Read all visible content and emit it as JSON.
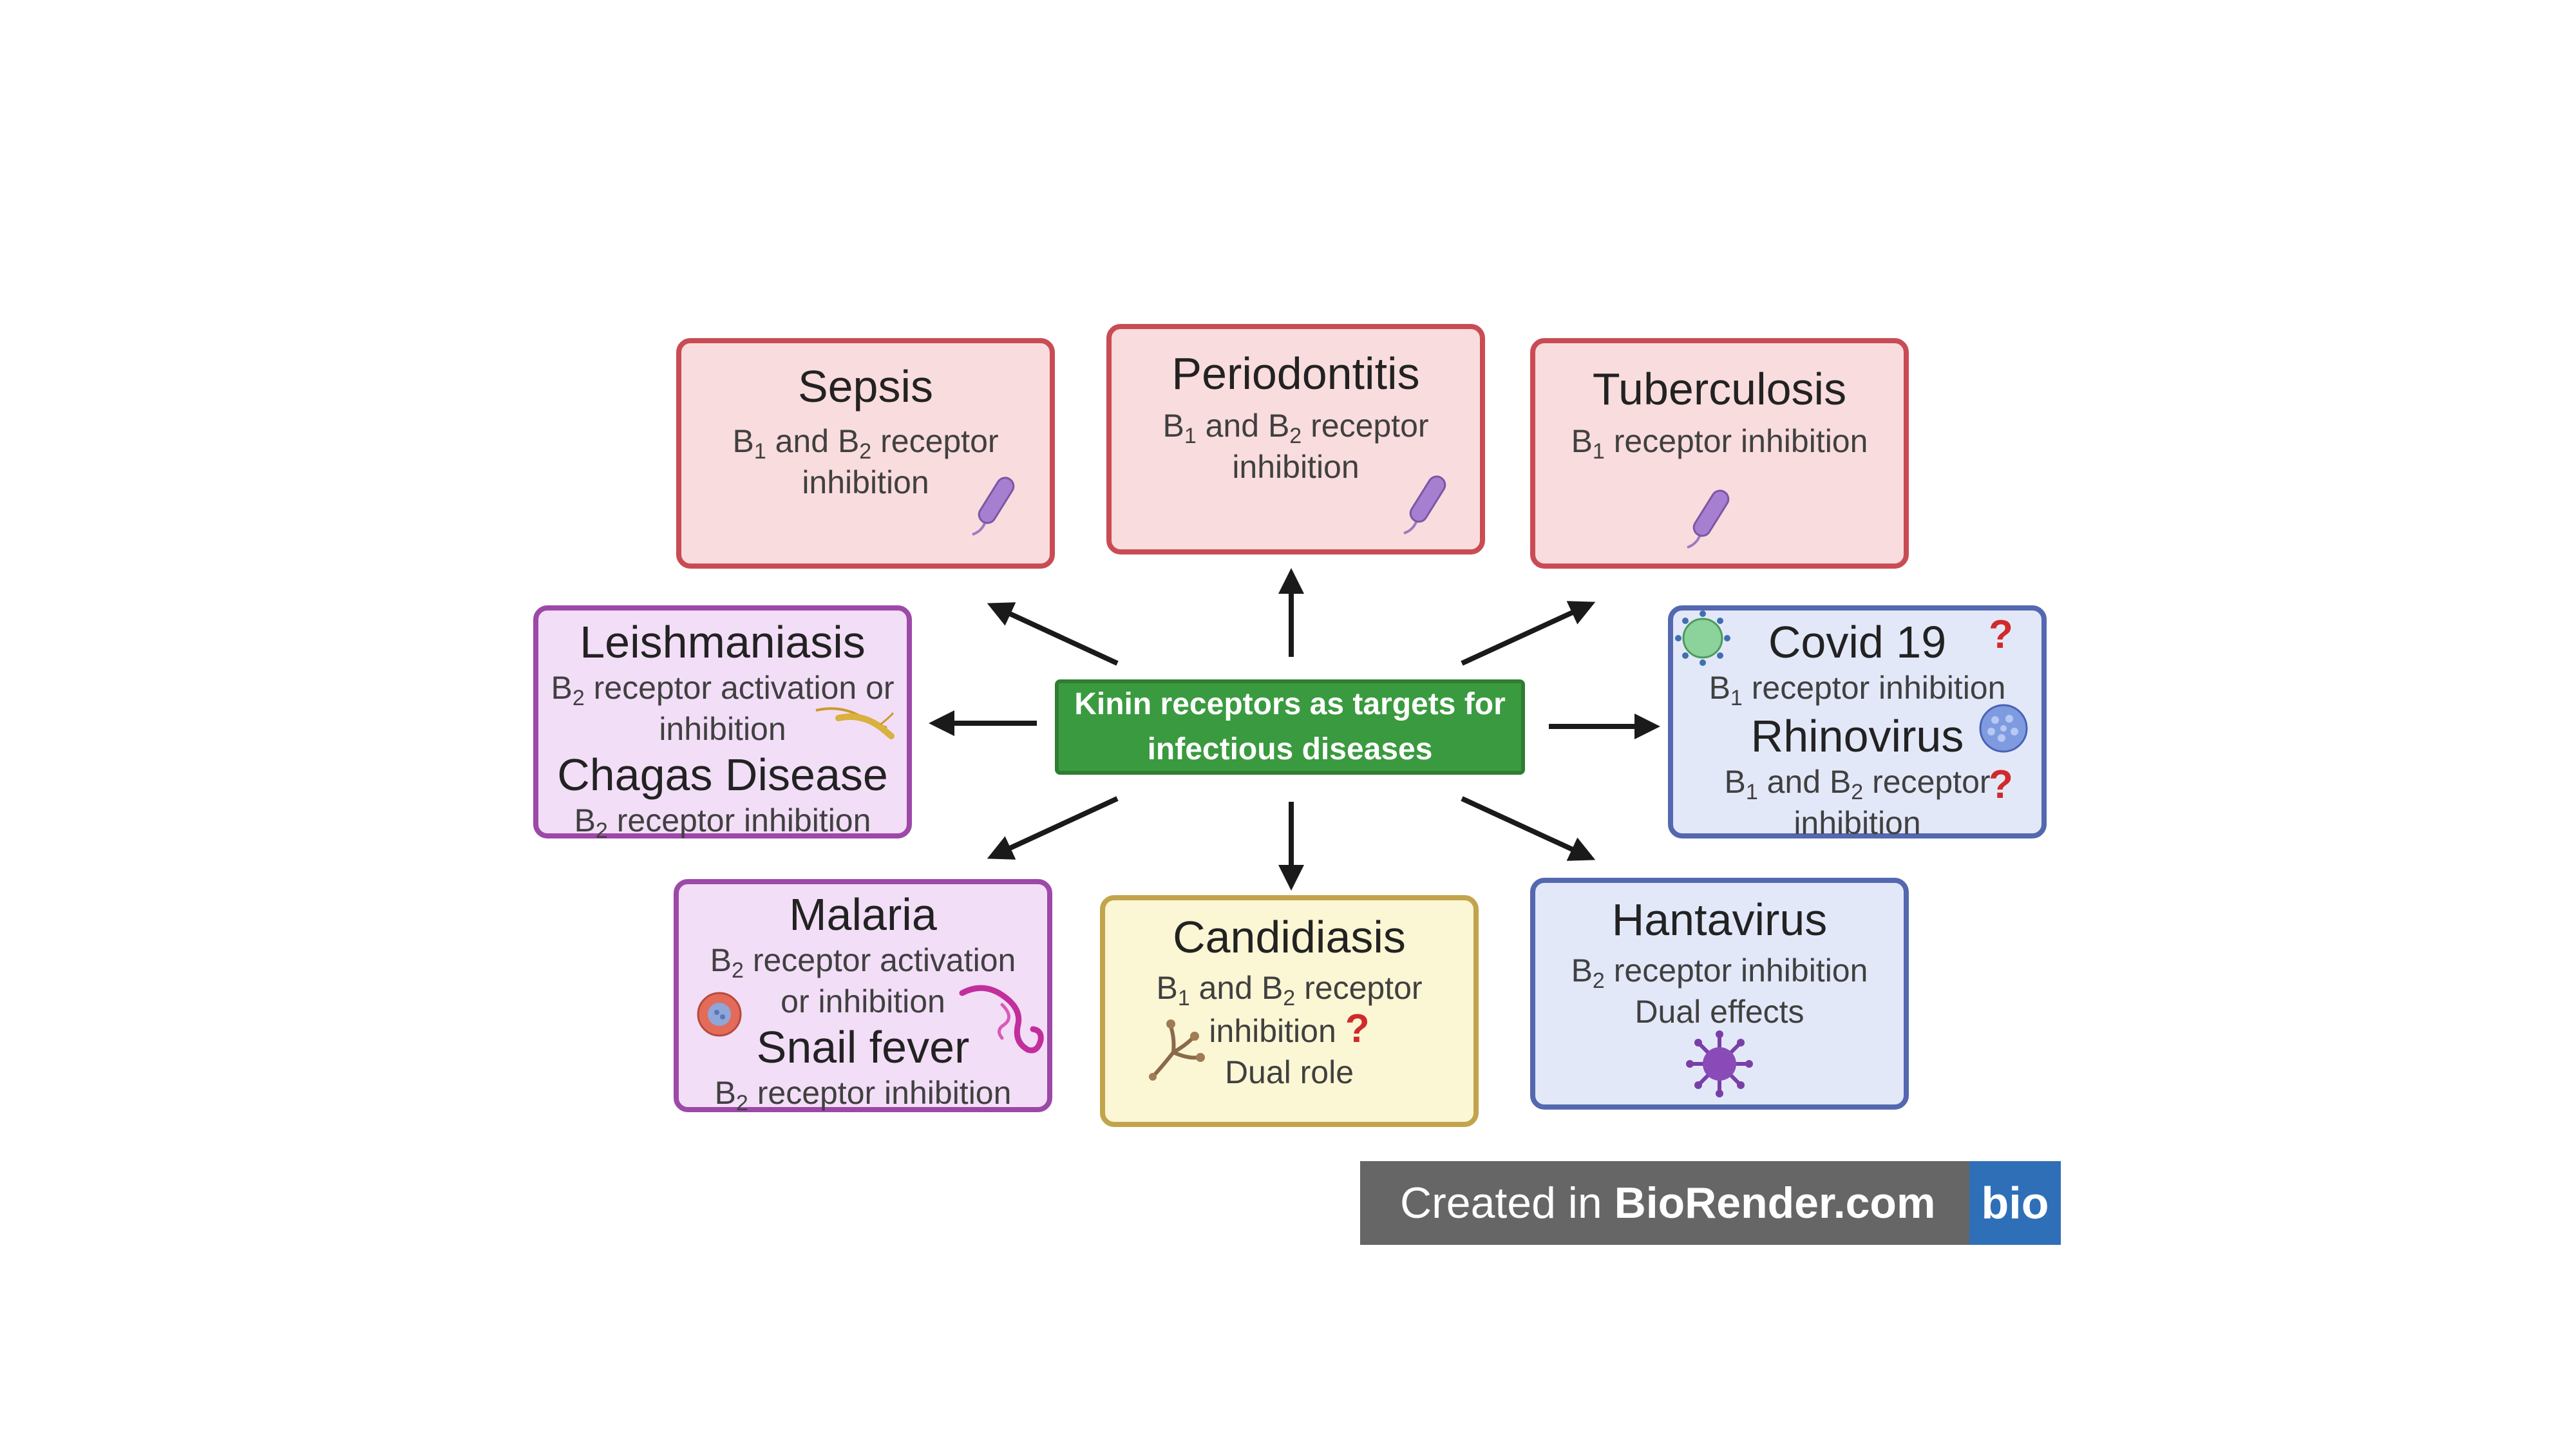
{
  "center": {
    "line1": "Kinin receptors as targets for",
    "line2": "infectious diseases"
  },
  "boxes": {
    "sepsis": {
      "title": "Sepsis",
      "line1_a": "B",
      "line1_sub1": "1",
      "line1_b": " and B",
      "line1_sub2": "2",
      "line1_c": " receptor",
      "line2": "inhibition"
    },
    "periodontitis": {
      "title": "Periodontitis",
      "line1_a": "B",
      "line1_sub1": "1",
      "line1_b": " and B",
      "line1_sub2": "2",
      "line1_c": " receptor",
      "line2": "inhibition"
    },
    "tuberculosis": {
      "title": "Tuberculosis",
      "line1_a": "B",
      "line1_sub1": "1",
      "line1_c": " receptor inhibition"
    },
    "leish_chagas": {
      "title1": "Leishmaniasis",
      "l1_a": "B",
      "l1_sub": "2",
      "l1_c": " receptor activation or",
      "l2": "inhibition",
      "title2": "Chagas Disease",
      "l3_a": "B",
      "l3_sub": "2",
      "l3_c": " receptor inhibition"
    },
    "covid_rhino": {
      "title1": "Covid 19",
      "q1": "?",
      "l1_a": "B",
      "l1_sub": "1",
      "l1_c": " receptor inhibition",
      "title2": "Rhinovirus",
      "l2_a": "B",
      "l2_sub1": "1",
      "l2_b": " and B",
      "l2_sub2": "2",
      "l2_c": " receptor",
      "q2": "?",
      "l3": "inhibition"
    },
    "malaria_snail": {
      "title1": "Malaria",
      "l1_a": "B",
      "l1_sub": "2",
      "l1_c": " receptor activation",
      "l2": "or inhibition",
      "title2": "Snail fever",
      "l3_a": "B",
      "l3_sub": "2",
      "l3_c": " receptor inhibition"
    },
    "candidiasis": {
      "title": "Candidiasis",
      "l1_a": "B",
      "l1_sub1": "1",
      "l1_b": " and B",
      "l1_sub2": "2",
      "l1_c": " receptor",
      "l2": "inhibition",
      "q": "?",
      "l3": "Dual role"
    },
    "hantavirus": {
      "title": "Hantavirus",
      "l1_a": "B",
      "l1_sub": "2",
      "l1_c": " receptor inhibition",
      "l2": "Dual effects"
    }
  },
  "icons": {
    "sepsis": "bacterium-icon",
    "periodontitis": "bacterium-icon",
    "tuberculosis": "bacterium-icon",
    "leishmania": "parasite-icon",
    "covid": "virus-icon",
    "rhinovirus": "virus-icon",
    "malaria": "red-blood-cell-icon",
    "schistosoma": "worm-icon",
    "candida": "fungus-icon",
    "hantavirus": "virus-icon"
  },
  "colors": {
    "red_fill": "#f9dcdd",
    "red_border": "#c94c55",
    "purple_fill": "#f2def6",
    "purple_border": "#9c49a8",
    "blue_fill": "#e3e8f9",
    "blue_border": "#5468b0",
    "yellow_fill": "#fbf6d4",
    "yellow_border": "#c2a44c",
    "center_fill": "#3a9a3f",
    "question_mark": "#d02a2a"
  },
  "watermark": {
    "prefix": "Created in ",
    "brand": "BioRender.com",
    "logo": "bio"
  }
}
